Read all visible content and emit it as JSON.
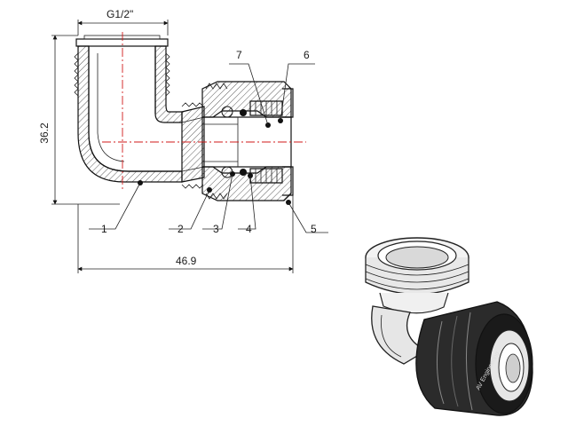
{
  "drawing": {
    "thread_label": "G1/2\"",
    "height_dim": "36.2",
    "length_dim": "46.9",
    "callouts": [
      {
        "num": "1"
      },
      {
        "num": "2"
      },
      {
        "num": "3"
      },
      {
        "num": "4"
      },
      {
        "num": "5"
      },
      {
        "num": "6"
      },
      {
        "num": "7"
      }
    ],
    "product_mark": "AV Engineering"
  },
  "colors": {
    "line": "#111111",
    "centerline": "#d11a1a",
    "background": "#ffffff"
  }
}
